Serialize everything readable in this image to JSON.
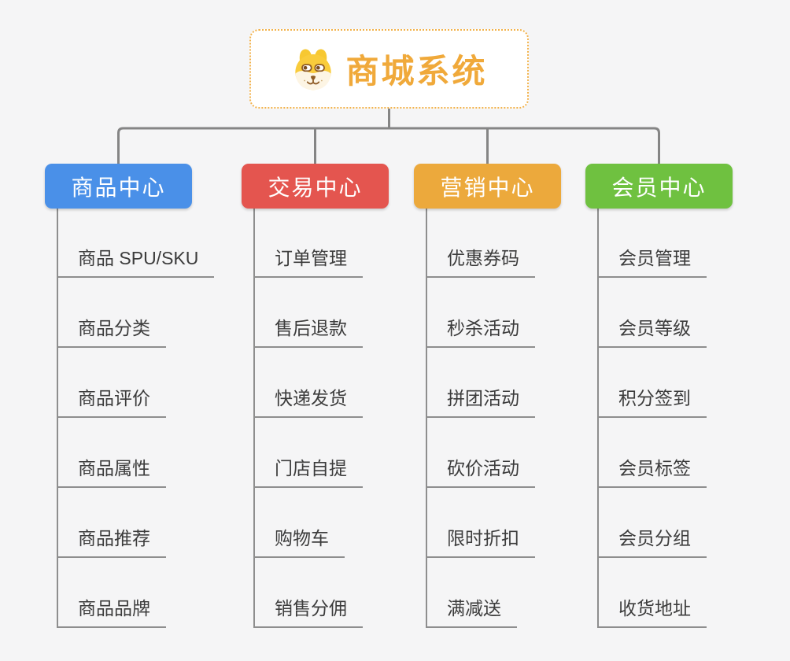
{
  "root": {
    "title": "商城系统",
    "icon": "shiba-dog-icon"
  },
  "colors": {
    "page_background": "#f5f5f6",
    "root_border": "#f2b24c",
    "root_title": "#f0a93a",
    "connector_line": "#858585",
    "item_line": "#8e8e8e",
    "item_text": "#3c3c3c",
    "branch_product": "#4a90e8",
    "branch_trade": "#e4554f",
    "branch_marketing": "#eca93c",
    "branch_member": "#6fc140"
  },
  "branches": [
    {
      "label": "商品中心",
      "color": "#4a90e8",
      "children": [
        "商品 SPU/SKU",
        "商品分类",
        "商品评价",
        "商品属性",
        "商品推荐",
        "商品品牌"
      ]
    },
    {
      "label": "交易中心",
      "color": "#e4554f",
      "children": [
        "订单管理",
        "售后退款",
        "快递发货",
        "门店自提",
        "购物车",
        "销售分佣"
      ]
    },
    {
      "label": "营销中心",
      "color": "#eca93c",
      "children": [
        "优惠券码",
        "秒杀活动",
        "拼团活动",
        "砍价活动",
        "限时折扣",
        "满减送"
      ]
    },
    {
      "label": "会员中心",
      "color": "#6fc140",
      "children": [
        "会员管理",
        "会员等级",
        "积分签到",
        "会员标签",
        "会员分组",
        "收货地址"
      ]
    }
  ]
}
